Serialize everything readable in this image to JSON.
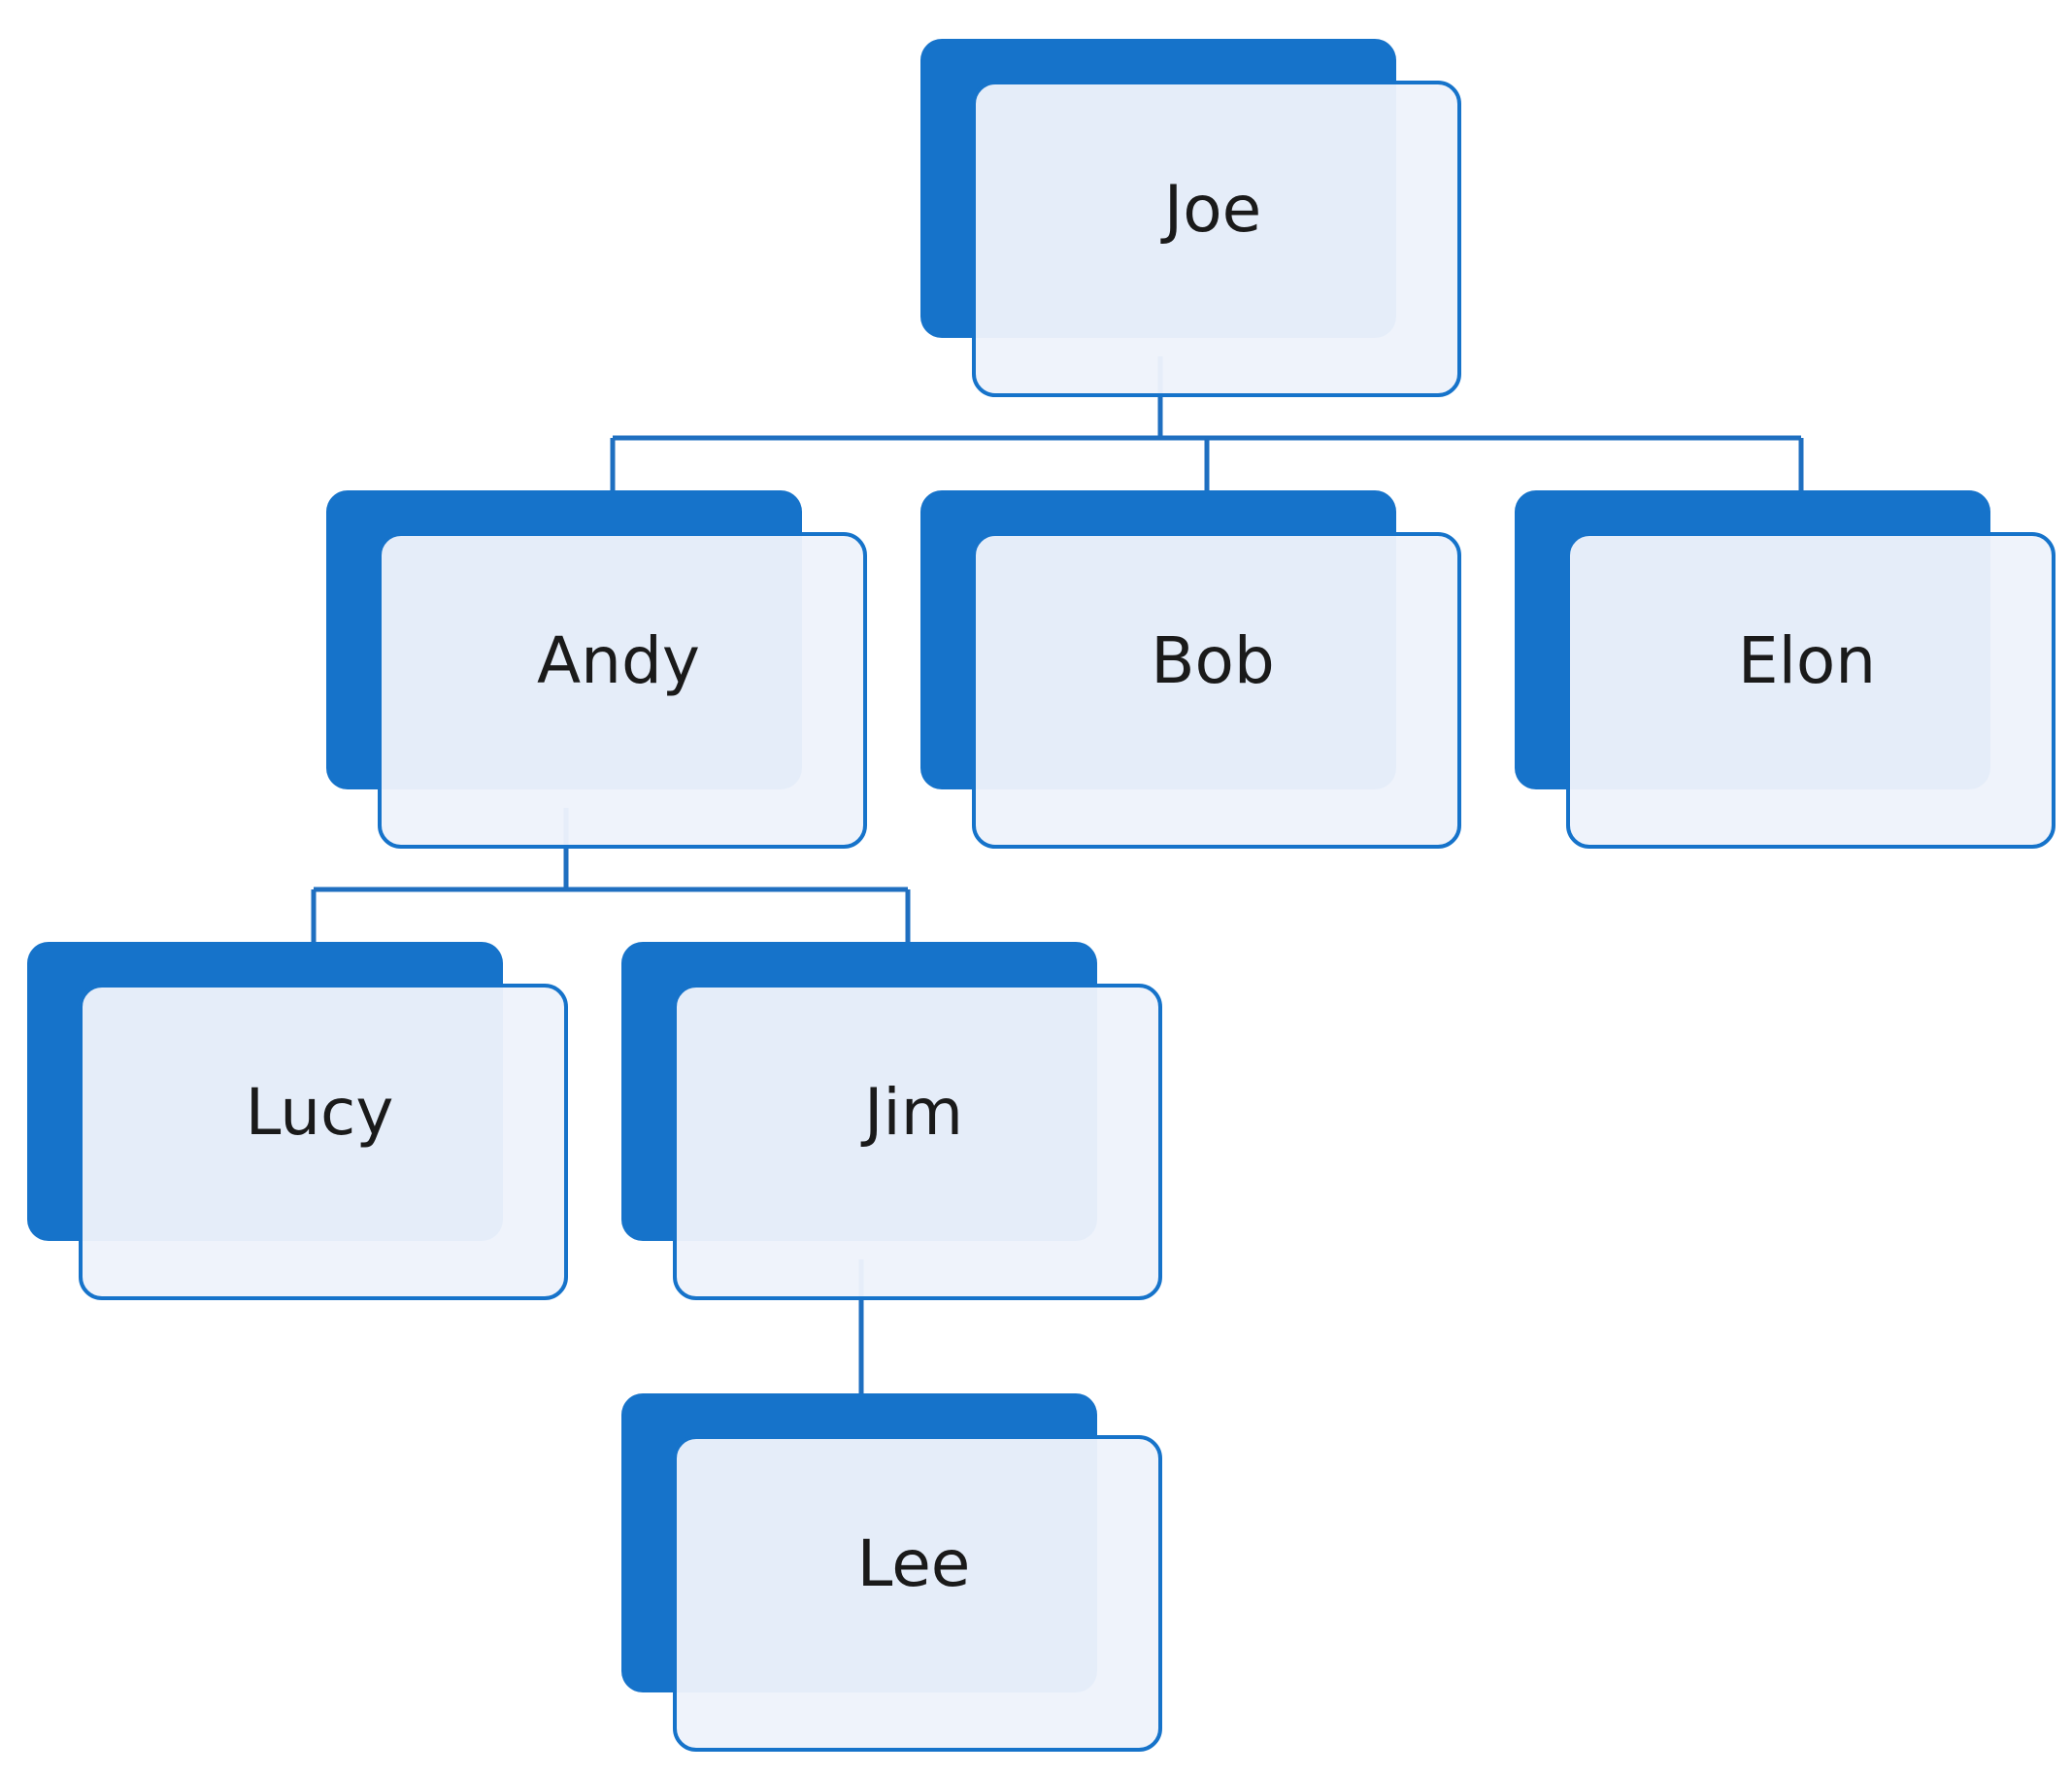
{
  "diagram": {
    "type": "org-chart",
    "colors": {
      "accent": "#1673CA",
      "card_fill": "#EEF2FB",
      "connector": "#1F6FC0",
      "text": "#1A1A1A",
      "background": "#FFFFFF"
    },
    "nodes": [
      {
        "id": "joe",
        "label": "Joe",
        "parent": null
      },
      {
        "id": "andy",
        "label": "Andy",
        "parent": "joe"
      },
      {
        "id": "bob",
        "label": "Bob",
        "parent": "joe"
      },
      {
        "id": "elon",
        "label": "Elon",
        "parent": "joe"
      },
      {
        "id": "lucy",
        "label": "Lucy",
        "parent": "andy"
      },
      {
        "id": "jim",
        "label": "Jim",
        "parent": "andy"
      },
      {
        "id": "lee",
        "label": "Lee",
        "parent": "jim"
      }
    ]
  }
}
